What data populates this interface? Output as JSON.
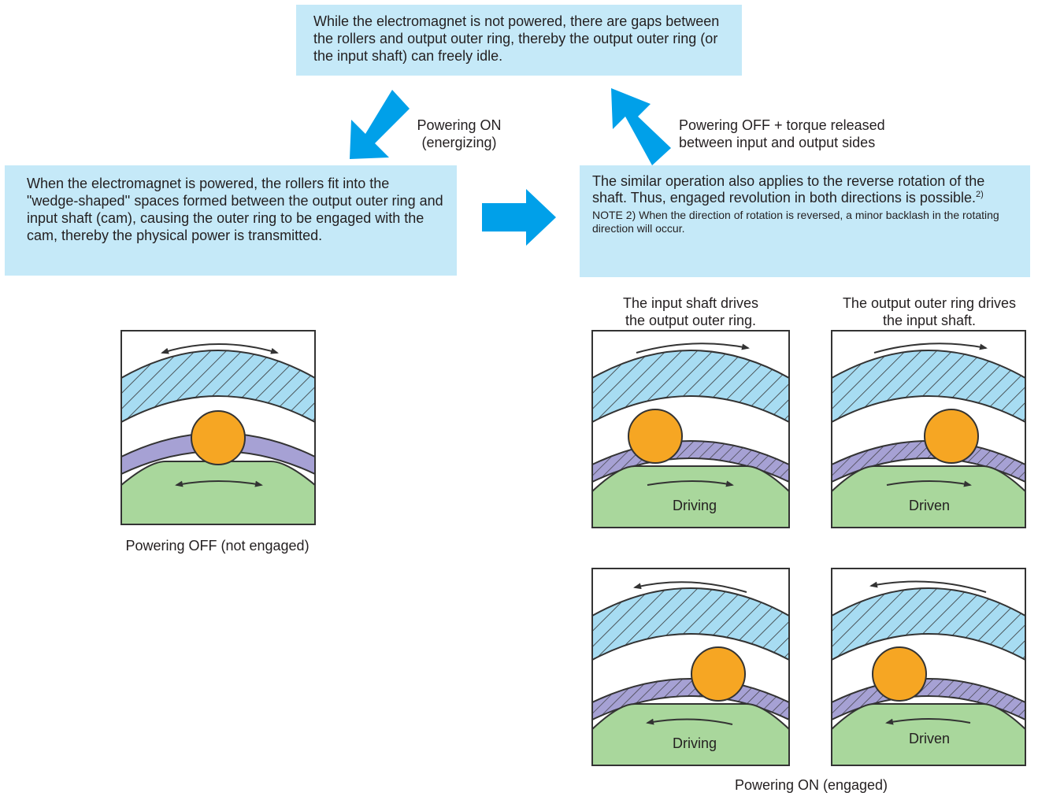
{
  "top_box": {
    "text": "While the electromagnet is not powered, there are gaps between the rollers and output outer ring, thereby the output outer ring (or the input shaft) can freely idle."
  },
  "left_box": {
    "text": "When the electromagnet is powered, the rollers fit into the \"wedge-shaped'' spaces formed between the output outer ring and input shaft (cam), causing the outer ring to be engaged with the cam, thereby the physical power is transmitted."
  },
  "right_box": {
    "text": "The similar operation also applies to the reverse rotation of the shaft. Thus, engaged revolution in both directions is possible.",
    "footnote_ref": "2)",
    "note": "NOTE 2) When the direction of rotation is reversed, a minor backlash in the rotating direction will occur."
  },
  "arrows": {
    "powering_on_label": "Powering ON\n(energizing)",
    "powering_off_label": "Powering OFF + torque released\nbetween input and output sides"
  },
  "columns": {
    "left_heading": "The input shaft drives\nthe output outer ring.",
    "right_heading": "The output outer ring drives\nthe input shaft."
  },
  "panels": {
    "driving": "Driving",
    "driven": "Driven"
  },
  "captions": {
    "off": "Powering OFF (not engaged)",
    "on": "Powering ON (engaged)"
  },
  "colors": {
    "accent_arrow": "#00a0e9",
    "text_box_fill": "#c5e9f8",
    "outer_ring": "#a7dcf2",
    "retainer": "#a6a1d4",
    "roller": "#f6a623",
    "cam": "#a9d79c"
  }
}
